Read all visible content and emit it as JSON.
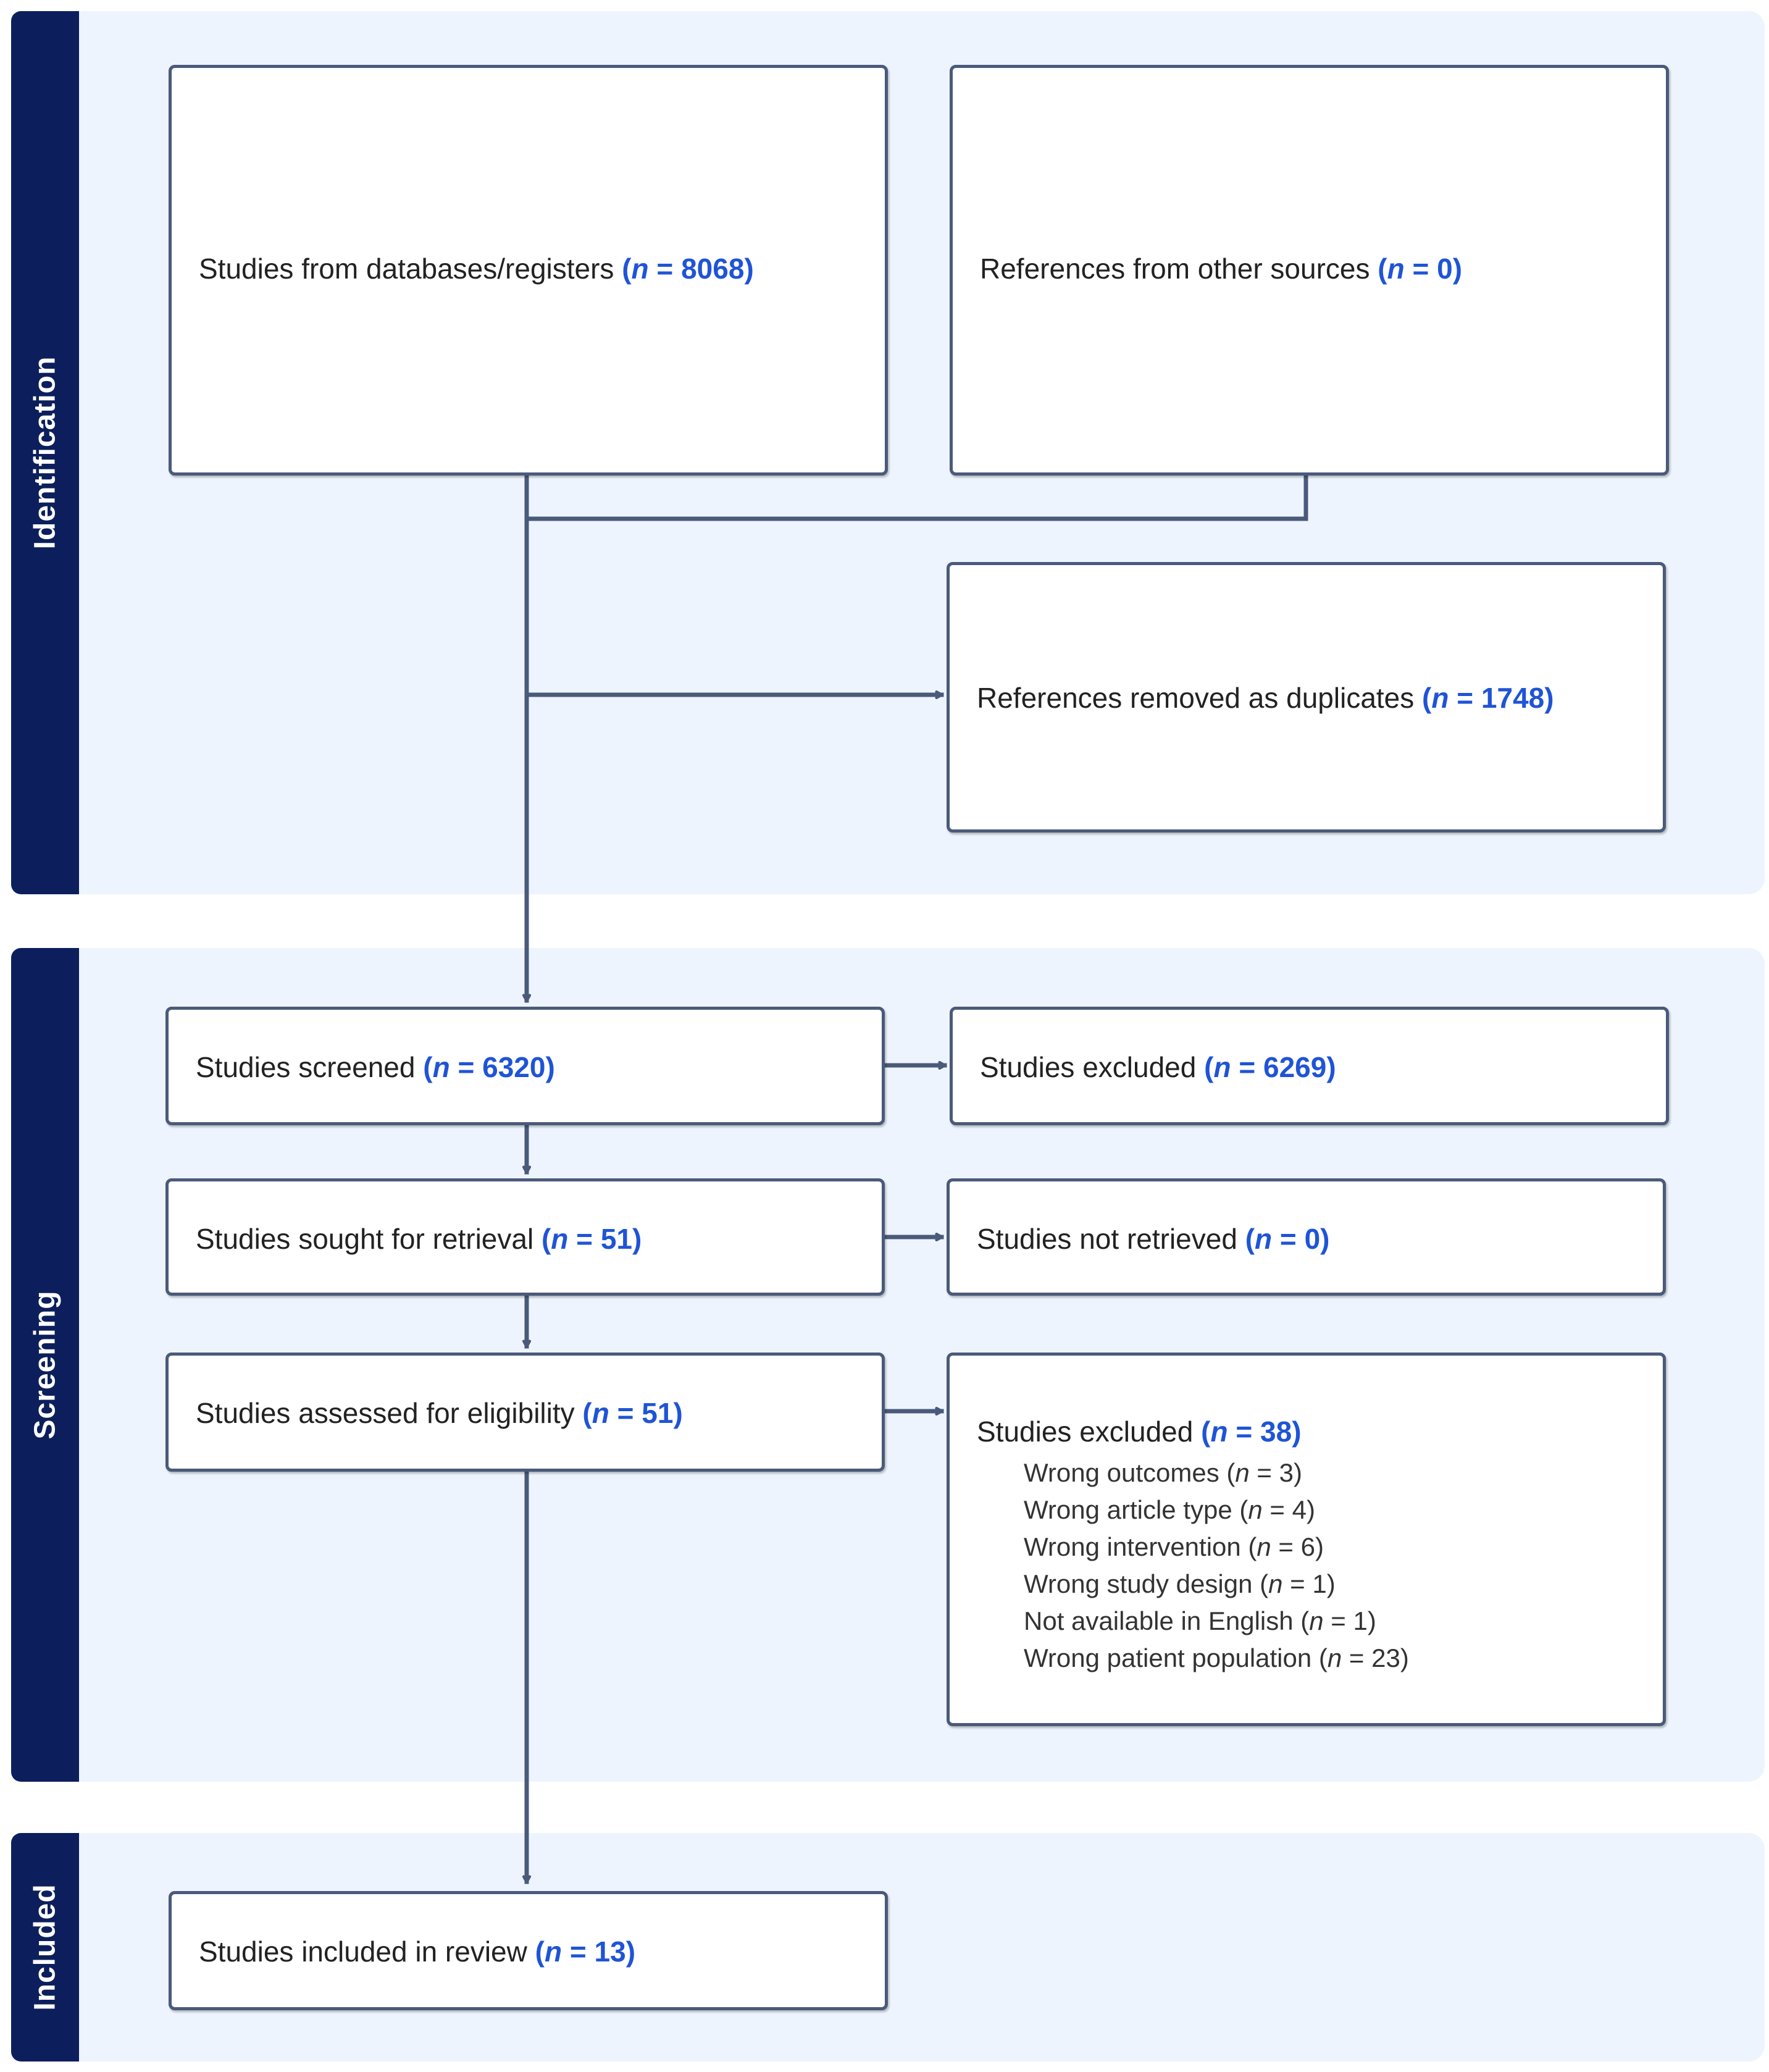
{
  "phases": {
    "identification": "Identification",
    "screening": "Screening",
    "included": "Included"
  },
  "n_symbol": "n",
  "boxes": {
    "databases": {
      "label": "Studies from databases/registers",
      "value": "8068"
    },
    "other_sources": {
      "label": "References from other sources",
      "value": "0"
    },
    "duplicates": {
      "label": "References removed as duplicates",
      "value": "1748"
    },
    "screened": {
      "label": "Studies screened",
      "value": "6320"
    },
    "excluded_screen": {
      "label": "Studies excluded",
      "value": "6269"
    },
    "sought": {
      "label": "Studies sought for retrieval",
      "value": "51"
    },
    "not_retrieved": {
      "label": "Studies not retrieved",
      "value": "0"
    },
    "assessed": {
      "label": "Studies assessed for eligibility",
      "value": "51"
    },
    "excluded_full": {
      "label": "Studies excluded",
      "value": "38",
      "reasons": [
        {
          "label": "Wrong outcomes",
          "value": "3"
        },
        {
          "label": "Wrong article type",
          "value": "4"
        },
        {
          "label": "Wrong intervention",
          "value": "6"
        },
        {
          "label": "Wrong study design",
          "value": "1"
        },
        {
          "label": "Not available in English",
          "value": "1"
        },
        {
          "label": "Wrong patient population",
          "value": "23"
        }
      ]
    },
    "included": {
      "label": "Studies included in review",
      "value": "13"
    }
  },
  "colors": {
    "sidebar": "#0c1f5c",
    "panel": "#eef4fd",
    "count": "#1f54d6",
    "connector": "#4a5a7a"
  }
}
